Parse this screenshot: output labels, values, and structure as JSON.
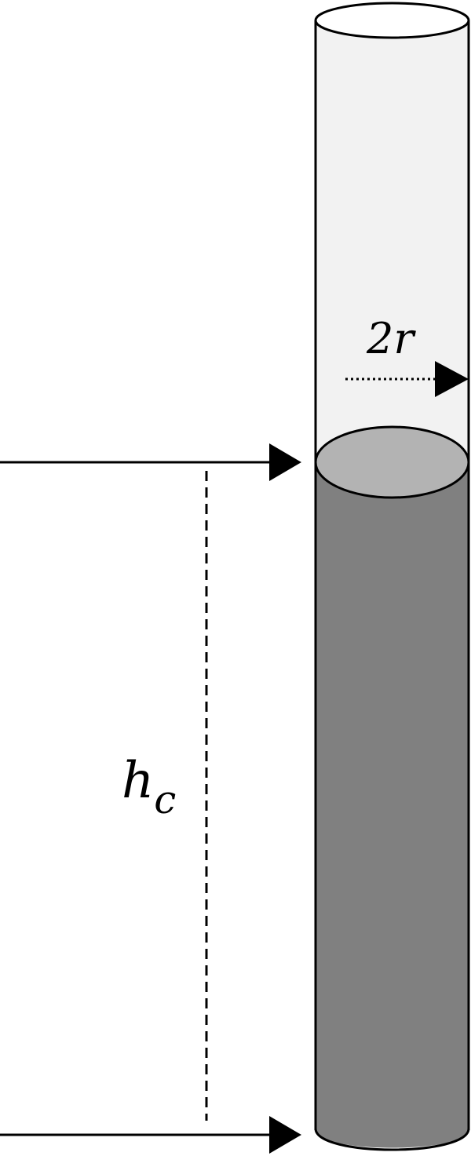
{
  "labels": {
    "radius_coefficient": "2",
    "radius_symbol": "r",
    "height_symbol": "h",
    "height_subscript": "c"
  },
  "colors": {
    "tube_empty_fill": "#f2f2f2",
    "liquid_fill": "#808080",
    "meniscus_fill": "#b3b3b3",
    "stroke": "#000000",
    "background": "#ffffff"
  }
}
